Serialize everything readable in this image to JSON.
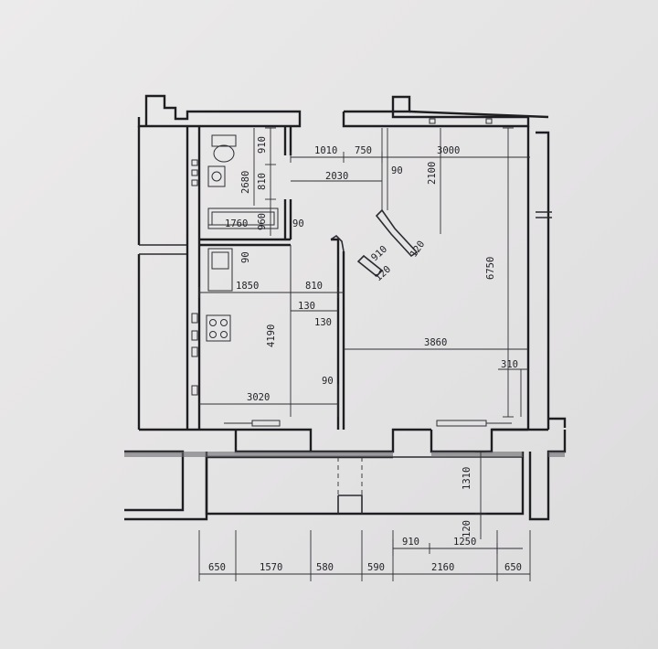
{
  "dimensions": {
    "d910_a": "910",
    "d2680": "2680",
    "d810_a": "810",
    "d960": "960",
    "d1760": "1760",
    "d90_a": "90",
    "d90_b": "90",
    "d1010": "1010",
    "d750": "750",
    "d3000": "3000",
    "d90_c": "90",
    "d2100": "2100",
    "d2030": "2030",
    "d910_b": "910",
    "d120_a": "120",
    "d120_b": "120",
    "d6750": "6750",
    "d1850": "1850",
    "d810_b": "810",
    "d130_a": "130",
    "d130_b": "130",
    "d4190": "4190",
    "d3860": "3860",
    "d310": "310",
    "d90_d": "90",
    "d3020": "3020",
    "d1310": "1310",
    "d120_c": "120",
    "d910_c": "910",
    "d1250": "1250",
    "b650_a": "650",
    "b1570": "1570",
    "b580": "580",
    "b590": "590",
    "b2160": "2160",
    "b650_b": "650"
  }
}
